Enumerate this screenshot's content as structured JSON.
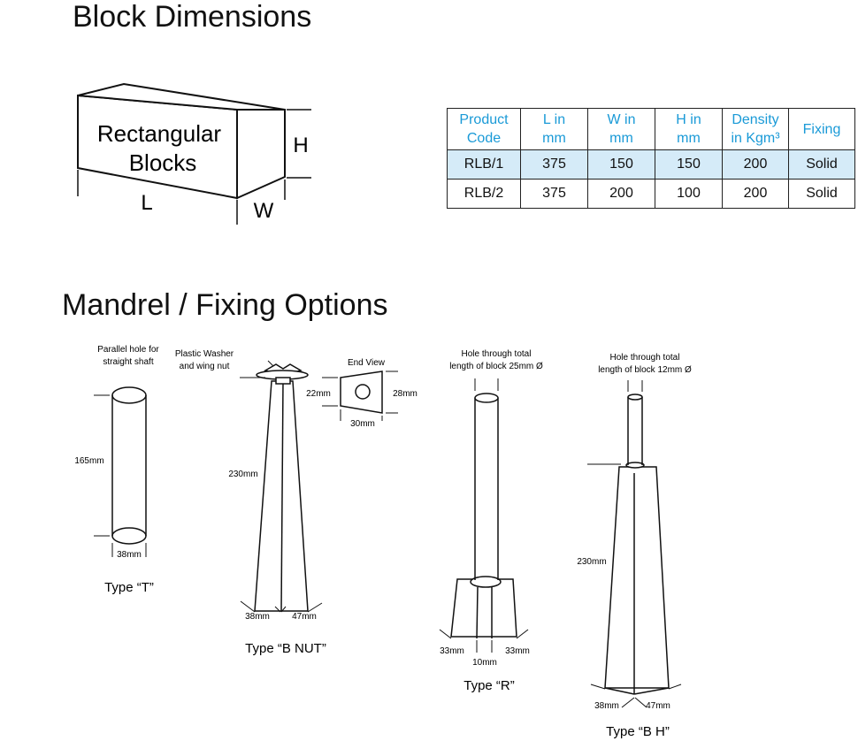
{
  "headings": {
    "block_dimensions": "Block Dimensions",
    "mandrel_options": "Mandrel / Fixing Options"
  },
  "block_diagram": {
    "face_label_line1": "Rectangular",
    "face_label_line2": "Blocks",
    "length_label": "L",
    "height_label": "H",
    "width_label": "W"
  },
  "table": {
    "headers": [
      [
        "Product",
        "Code"
      ],
      [
        "L in",
        "mm"
      ],
      [
        "W in",
        "mm"
      ],
      [
        "H in",
        "mm"
      ],
      [
        "Density",
        "in Kgm³"
      ],
      [
        "Fixing"
      ]
    ],
    "rows": [
      [
        "RLB/1",
        "375",
        "150",
        "150",
        "200",
        "Solid"
      ],
      [
        "RLB/2",
        "375",
        "200",
        "100",
        "200",
        "Solid"
      ]
    ],
    "header_color": "#1a9ad7",
    "alt_row_color": "#d5ebf8"
  },
  "types": {
    "t": {
      "note_line1": "Parallel hole for",
      "note_line2": "straight shaft",
      "length": "165mm",
      "diameter": "38mm",
      "caption": "Type “T”"
    },
    "bnut": {
      "note_line1": "Plastic Washer",
      "note_line2": "and wing nut",
      "length": "230mm",
      "dim_left": "38mm",
      "dim_right": "47mm",
      "caption": "Type “B NUT”",
      "end_view_title": "End View",
      "end_view_left": "22mm",
      "end_view_right": "28mm",
      "end_view_bottom": "30mm"
    },
    "r": {
      "note_line1": "Hole through total",
      "note_line2": "length of block 25mm Ø",
      "dim_left": "33mm",
      "dim_right": "33mm",
      "dim_bottom": "10mm",
      "caption": "Type “R”"
    },
    "bh": {
      "note_line1": "Hole through total",
      "note_line2": "length of block 12mm Ø",
      "length": "230mm",
      "dim_left": "38mm",
      "dim_right": "47mm",
      "caption": "Type “B H”"
    }
  }
}
